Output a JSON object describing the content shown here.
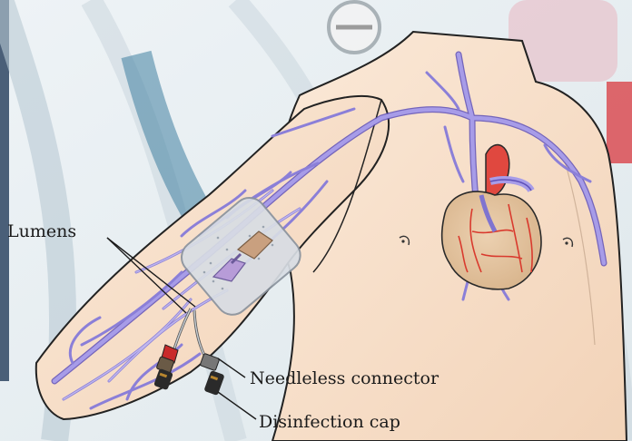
{
  "labels": {
    "lumens": "Lumens",
    "needleless_connector": "Needleless connector",
    "disinfection_cap": "Disinfection cap"
  },
  "colors": {
    "skin": "#f7dfc8",
    "skin_outline": "#2a2a2a",
    "vein": "#9b8fe0",
    "vein_outline": "#5e50b8",
    "heart": "#e3c6a6",
    "heart_artery": "#d93a2e",
    "aorta": "#e0483f",
    "lumen_red": "#c92a2a",
    "background": "#eaf0f3"
  },
  "icons": [
    "heart-icon",
    "needleless-connector-icon",
    "disinfection-cap-icon"
  ]
}
